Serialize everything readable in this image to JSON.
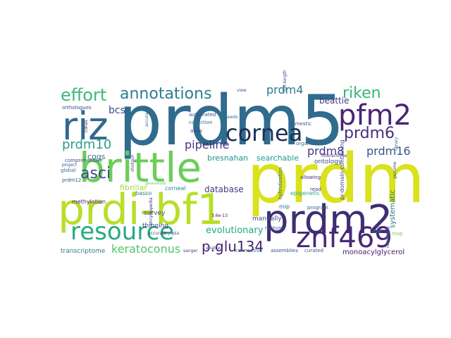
{
  "words": [
    {
      "text": "prdm5",
      "color": "#2f6c8e"
    },
    {
      "text": "prdm",
      "color": "#d9e21b"
    },
    {
      "text": "prdi-bf1",
      "color": "#b8de29"
    },
    {
      "text": "brittle",
      "color": "#6ccd5a"
    },
    {
      "text": "prdm2",
      "color": "#3e2f72"
    },
    {
      "text": "riz",
      "color": "#31688e"
    },
    {
      "text": "resource",
      "color": "#25ab82"
    },
    {
      "text": "znf469",
      "color": "#482878"
    },
    {
      "text": "cornea",
      "color": "#1f2f55"
    },
    {
      "text": "pfm2",
      "color": "#482475"
    },
    {
      "text": "effort",
      "color": "#3aba76"
    },
    {
      "text": "annotations",
      "color": "#2c7e8e"
    },
    {
      "text": "riken",
      "color": "#35b779"
    },
    {
      "text": "prdm10",
      "color": "#2e9b8a"
    },
    {
      "text": "prdm6",
      "color": "#472f7d"
    },
    {
      "text": "prdm4",
      "color": "#2a768e"
    },
    {
      "text": "prdm8",
      "color": "#453781"
    },
    {
      "text": "prdm16",
      "color": "#3b528b"
    },
    {
      "text": "pipeline",
      "color": "#46327e"
    },
    {
      "text": "asci",
      "color": "#3e4a89"
    },
    {
      "text": "keratoconus",
      "color": "#54c568"
    },
    {
      "text": "p.glu134",
      "color": "#481f70"
    },
    {
      "text": "evolutionary",
      "color": "#23a983"
    },
    {
      "text": "bcs",
      "color": "#3f4788"
    },
    {
      "text": "beattie",
      "color": "#443983"
    },
    {
      "text": "bresnahan",
      "color": "#21918c"
    },
    {
      "text": "searchable",
      "color": "#1e9b8a"
    },
    {
      "text": "fibrillar",
      "color": "#a2da37"
    },
    {
      "text": "database",
      "color": "#453882"
    },
    {
      "text": "systematic",
      "color": "#2d708e"
    },
    {
      "text": "ontology",
      "color": "#3d4e8a"
    },
    {
      "text": "manually",
      "color": "#3e4c8a"
    },
    {
      "text": "transcriptome",
      "color": "#2a788e"
    },
    {
      "text": "monoacylglycerol",
      "color": "#48186a"
    },
    {
      "text": "cogs",
      "color": "#30698e"
    },
    {
      "text": "thinning",
      "color": "#433e85"
    },
    {
      "text": "survey",
      "color": "#3e4989"
    },
    {
      "text": "methylation",
      "color": "#482071"
    },
    {
      "text": "basso",
      "color": "#2c728e"
    },
    {
      "text": "corneal",
      "color": "#26828e"
    },
    {
      "text": "mip",
      "color": "#2d718e"
    },
    {
      "text": "epigenetic",
      "color": "#25ac82"
    },
    {
      "text": "pr-domain-containing",
      "color": "#3f4889"
    },
    {
      "text": "hybridization",
      "color": "#34618d"
    },
    {
      "text": "allowing",
      "color": "#46307e"
    },
    {
      "text": "read",
      "color": "#424086"
    },
    {
      "text": "program",
      "color": "#32648e"
    },
    {
      "text": "connective",
      "color": "#2e6f8e"
    },
    {
      "text": "assemblies",
      "color": "#3b518b"
    },
    {
      "text": "curated",
      "color": "#38598c"
    },
    {
      "text": "automated",
      "color": "#3c4f8a"
    },
    {
      "text": "collection",
      "color": "#2a778e"
    },
    {
      "text": "atlas",
      "color": "#423f85"
    },
    {
      "text": "organization",
      "color": "#34608d"
    },
    {
      "text": "domestic",
      "color": "#3a548c"
    },
    {
      "text": "orthologues",
      "color": "#3f4788"
    },
    {
      "text": "comprehensive",
      "color": "#3c508b"
    },
    {
      "text": "global",
      "color": "#2f6b8e"
    },
    {
      "text": "project",
      "color": "#3e4a89"
    },
    {
      "text": "prdm12",
      "color": "#3b528b"
    },
    {
      "text": "encyclopedia",
      "color": "#472a7a"
    },
    {
      "text": "representing",
      "color": "#38598c"
    },
    {
      "text": "accurate",
      "color": "#3f4788"
    },
    {
      "text": "myopia",
      "color": "#38588c"
    },
    {
      "text": "map",
      "color": "#7ad151"
    },
    {
      "text": "3.6e-13",
      "color": "#471063"
    },
    {
      "text": "rupture",
      "color": "#34618d"
    },
    {
      "text": "shotgun",
      "color": "#453781"
    },
    {
      "text": "stub",
      "color": "#2a778e"
    },
    {
      "text": "sanger",
      "color": "#433d84"
    },
    {
      "text": "enables",
      "color": "#3b518b"
    },
    {
      "text": "full-length",
      "color": "#3e4989"
    },
    {
      "text": "accuracy",
      "color": "#3a548c"
    },
    {
      "text": "interactome",
      "color": "#46307e"
    },
    {
      "text": "genome",
      "color": "#3e4a89"
    },
    {
      "text": "cdnas",
      "color": "#481b6d"
    },
    {
      "text": "id-tagging",
      "color": "#355f8d"
    },
    {
      "text": "library",
      "color": "#2e6d8e"
    },
    {
      "text": "view",
      "color": "#3d4d8a"
    },
    {
      "text": "seeds",
      "color": "#31678e"
    },
    {
      "text": "generalized",
      "color": "#5ec962"
    }
  ]
}
